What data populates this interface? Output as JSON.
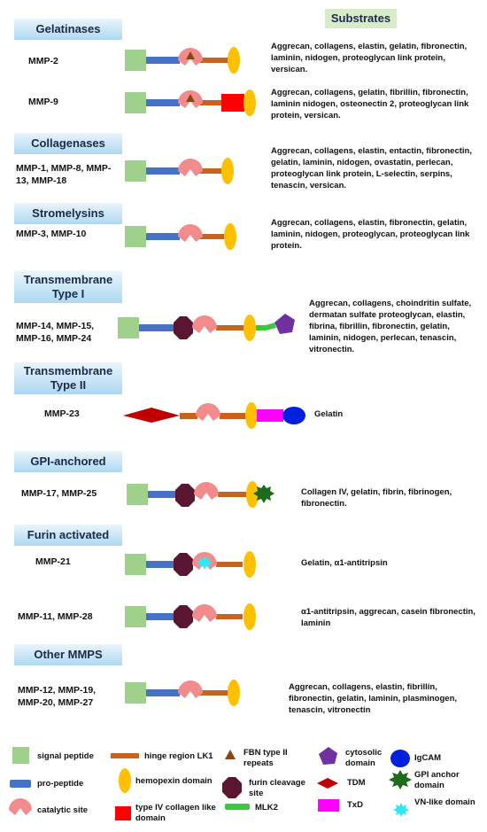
{
  "header": {
    "substrates": "Substrates"
  },
  "groups": [
    {
      "title": "Gelatinases"
    },
    {
      "title": "Collagenases"
    },
    {
      "title": "Stromelysins"
    },
    {
      "title": "Transmembrane Type I"
    },
    {
      "title": "Transmembrane Type II"
    },
    {
      "title": "GPI-anchored"
    },
    {
      "title": "Furin activated"
    },
    {
      "title": "Other MMPS"
    }
  ],
  "rows": [
    {
      "name": "MMP-2",
      "substrates": "Aggrecan, collagens, elastin, gelatin, fibronectin, laminin, nidogen, proteoglycan link protein, versican."
    },
    {
      "name": "MMP-9",
      "substrates": "Aggrecan, collagens, gelatin, fibrillin, fibronectin, laminin nidogen, osteonectin 2, proteoglycan link protein, versican."
    },
    {
      "name": "MMP-1, MMP-8, MMP-13, MMP-18",
      "substrates": "Aggrecan, collagens, elastin, entactin, fibronectin, gelatin, laminin, nidogen, ovastatin, perlecan, proteoglycan link protein, L-selectin, serpins, tenascin, versican."
    },
    {
      "name": "MMP-3, MMP-10",
      "substrates": "Aggrecan, collagens, elastin, fibronectin, gelatin, laminin, nidogen, proteoglycan, proteoglycan link protein."
    },
    {
      "name": "MMP-14, MMP-15, MMP-16, MMP-24",
      "substrates": "Aggrecan, collagens, choindritin sulfate, dermatan sulfate proteoglycan, elastin, fibrina, fibrillin, fibronectin, gelatin, laminin, nidogen, perlecan, tenascin, vitronectin."
    },
    {
      "name": "MMP-23",
      "substrates": "Gelatin"
    },
    {
      "name": "MMP-17, MMP-25",
      "substrates": "Collagen IV, gelatin, fibrin, fibrinogen, fibronectin."
    },
    {
      "name": "MMP-21",
      "substrates": "Gelatin, α1-antitripsin"
    },
    {
      "name": "MMP-11, MMP-28",
      "substrates": "α1-antitripsin, aggrecan, casein fibronectin, laminin"
    },
    {
      "name": "MMP-12, MMP-19, MMP-20, MMP-27",
      "substrates": "Aggrecan, collagens, elastin, fibrillin, fibronectin, gelatin, laminin, plasminogen, tenascin, vitronectin"
    }
  ],
  "legend": {
    "signal_peptide": "signal peptide",
    "pro_peptide": "pro-peptide",
    "catalytic_site": "catalytic site",
    "hinge_region": "hinge region LK1",
    "hemopexin": "hemopexin domain",
    "collagen_iv": "type IV collagen like domain",
    "fbn_repeats": "FBN type II repeats",
    "furin_site": "furin cleavage site",
    "mlk2": "MLK2",
    "cytosolic": "cytosolic domain",
    "tdm": "TDM",
    "txd": "TxD",
    "igcam": "IgCAM",
    "gpi_anchor": "GPI anchor domain",
    "vn_like": "VN-like domain"
  },
  "colors": {
    "signal_peptide": "#9fd18c",
    "pro_peptide": "#4472c4",
    "catalytic": "#f28b8b",
    "hinge": "#c5641d",
    "hemopexin": "#ffc000",
    "collagen_iv": "#ff0000",
    "fbn": "#8b4513",
    "furin": "#5a1530",
    "mlk2": "#3cc83c",
    "cytosolic": "#7030a0",
    "tdm": "#c00000",
    "txd": "#ff00ff",
    "igcam": "#0020e0",
    "gpi": "#1e6b1e",
    "vn": "#33e6f0"
  }
}
